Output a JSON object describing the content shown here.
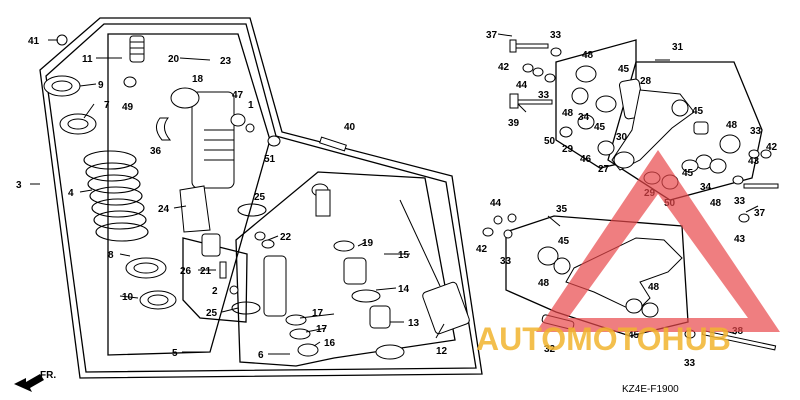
{
  "diagram_code": "KZ4E-F1900",
  "direction_marker": "FR.",
  "watermark": {
    "brand": "AUTOMOTOHUB",
    "color_red": "#e8474a",
    "color_gold": "#f2b52f"
  },
  "callouts": {
    "c41": "41",
    "c11": "11",
    "c20": "20",
    "c23": "23",
    "c9": "9",
    "c18": "18",
    "c7": "7",
    "c49": "49",
    "c47": "47",
    "c1": "1",
    "c36": "36",
    "c40": "40",
    "c51": "51",
    "c3": "3",
    "c4": "4",
    "c25a": "25",
    "c24": "24",
    "c22": "22",
    "c19": "19",
    "c15": "15",
    "c8": "8",
    "c26": "26",
    "c21": "21",
    "c14": "14",
    "c10": "10",
    "c2": "2",
    "c25b": "25",
    "c17a": "17",
    "c17b": "17",
    "c13": "13",
    "c16": "16",
    "c5": "5",
    "c6": "6",
    "c12": "12",
    "c37a": "37",
    "c33a": "33",
    "c31": "31",
    "c42a": "42",
    "c44a": "44",
    "c48a": "48",
    "c45a": "45",
    "c28": "28",
    "c33b": "33",
    "c39": "39",
    "c48b": "48",
    "c34": "34",
    "c45b": "45",
    "c30": "30",
    "c50a": "50",
    "c29a": "29",
    "c46": "46",
    "c27": "27",
    "c45c": "45",
    "c48c": "48",
    "c33c": "33",
    "c43a": "43",
    "c42b": "42",
    "c45d": "45",
    "c34b": "34",
    "c48d": "48",
    "c29b": "29",
    "c50b": "50",
    "c33d": "33",
    "c37b": "37",
    "c44b": "44",
    "c42c": "42",
    "c33e": "33",
    "c35": "35",
    "c45e": "45",
    "c48e": "48",
    "c43b": "43",
    "c48f": "48",
    "c45f": "45",
    "c32": "32",
    "c38": "38",
    "c33f": "33"
  }
}
